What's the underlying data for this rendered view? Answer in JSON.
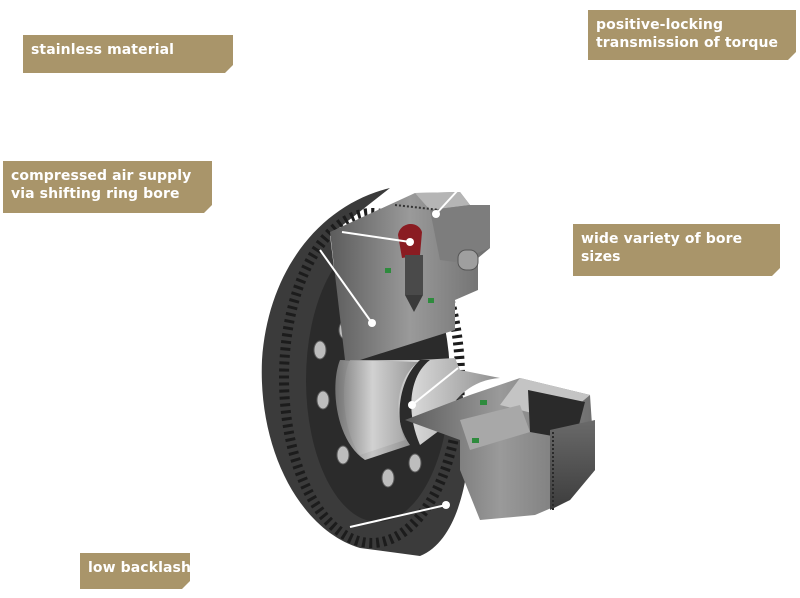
{
  "callouts": {
    "stainless": "stainless material",
    "positive_locking_line1": "positive-locking",
    "positive_locking_line2": "transmission of torque",
    "air_line1": "compressed air supply",
    "air_line2": "via shifting ring bore",
    "bore_line1": "wide variety of bore",
    "bore_line2": "sizes",
    "backlash": "low backlash"
  },
  "colors": {
    "label_bg": "#a9956a",
    "label_text": "#ffffff",
    "steel_dark": "#3a3a3a",
    "steel_mid": "#8c8c8c",
    "steel_light": "#c9c9c9",
    "seal_green": "#2e8b3d",
    "air_channel_red": "#8a1c22"
  }
}
